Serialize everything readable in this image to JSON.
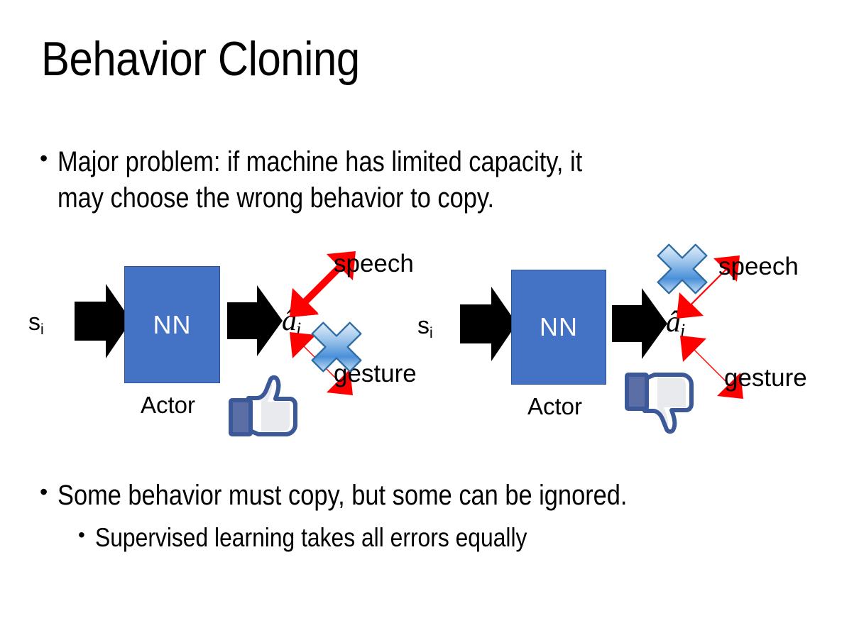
{
  "slide": {
    "title": "Behavior Cloning",
    "background_color": "#FFFFFF",
    "bullets": [
      {
        "id": "problem",
        "level": 1,
        "marker": "•",
        "text": "Major problem: if machine has limited capacity, it\nmay choose the wrong behavior to copy."
      },
      {
        "id": "some-behavior",
        "level": 1,
        "marker": "•",
        "text": "Some behavior must copy, but some can be ignored."
      },
      {
        "id": "supervised",
        "level": 2,
        "marker": "•",
        "text": "Supervised learning takes all errors equally"
      }
    ]
  },
  "colors": {
    "nn_box_fill": "#4472C4",
    "nn_box_border": "#2E528F",
    "arrow_black": "#000000",
    "arrow_red": "#FF0000",
    "cross_blue_light": "#D7E7F7",
    "cross_blue_mid": "#7FB2E5",
    "cross_blue_dark": "#2E75B6",
    "cross_border": "#2E6DA4",
    "thumb_outline": "#3B5998",
    "thumb_cuff": "#5B6FA6",
    "thumb_fill": "#FFFFFF",
    "thumb_shadow": "#E4E6EB",
    "text_black": "#000000"
  },
  "diagrams": [
    {
      "id": "left",
      "state_label": "s",
      "state_sub": "i",
      "box_label": "NN",
      "box_caption": "Actor",
      "action_label": "â",
      "action_sub": "i",
      "outputs": [
        {
          "name": "speech",
          "label": "speech",
          "direction": "up-right",
          "crossed": false
        },
        {
          "name": "gesture",
          "label": "gesture",
          "direction": "down-right",
          "crossed": true
        }
      ],
      "feedback_icon": "thumbs-up",
      "cross_target": "gesture"
    },
    {
      "id": "right",
      "state_label": "s",
      "state_sub": "i",
      "box_label": "NN",
      "box_caption": "Actor",
      "action_label": "â",
      "action_sub": "i",
      "outputs": [
        {
          "name": "speech",
          "label": "speech",
          "direction": "up-right",
          "crossed": true
        },
        {
          "name": "gesture",
          "label": "gesture",
          "direction": "down-right",
          "crossed": false
        }
      ],
      "feedback_icon": "thumbs-down",
      "cross_target": "speech"
    }
  ]
}
